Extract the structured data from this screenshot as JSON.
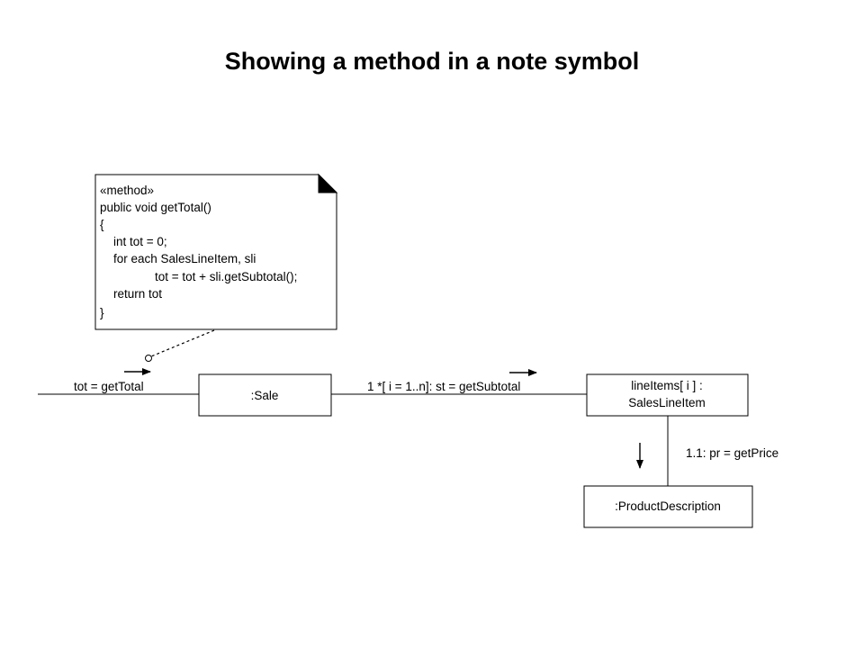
{
  "title": "Showing a method in a note symbol",
  "note": {
    "lines": [
      "«method»",
      "public void getTotal()",
      "{",
      "int tot = 0;",
      "for each SalesLineItem, sli",
      "tot = tot + sli.getSubtotal();",
      "return tot",
      "}"
    ]
  },
  "objects": {
    "sale": ":Sale",
    "line_items_1": "lineItems[ i ] :",
    "line_items_2": "SalesLineItem",
    "product_description": ":ProductDescription"
  },
  "messages": {
    "get_total": "tot = getTotal",
    "get_subtotal": "1 *[ i = 1..n]: st = getSubtotal",
    "get_price": "1.1: pr = getPrice"
  }
}
